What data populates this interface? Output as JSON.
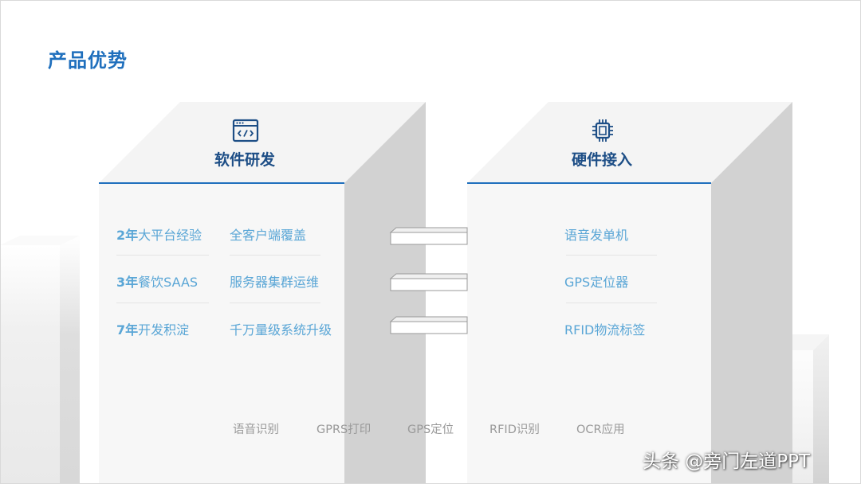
{
  "title": "产品优势",
  "colors": {
    "accent": "#1f6fbd",
    "feature_text": "#5aa6d6",
    "muted_text": "#9a9a9a"
  },
  "software": {
    "icon": "code-window-icon",
    "title": "软件研发",
    "features": [
      {
        "num": "2年",
        "text": "大平台经验"
      },
      {
        "num": "3年",
        "text": "餐饮SAAS"
      },
      {
        "num": "7年",
        "text": "开发积淀"
      }
    ],
    "features_right": [
      "全客户端覆盖",
      "服务器集群运维",
      "千万量级系统升级"
    ]
  },
  "hardware": {
    "icon": "chip-icon",
    "title": "硬件接入",
    "features": [
      "语音发单机",
      "GPS定位器",
      "RFID物流标签"
    ]
  },
  "tech": [
    "语音识别",
    "GPRS打印",
    "GPS定位",
    "RFID识别",
    "OCR应用"
  ],
  "watermark": "头条 @旁门左道PPT"
}
